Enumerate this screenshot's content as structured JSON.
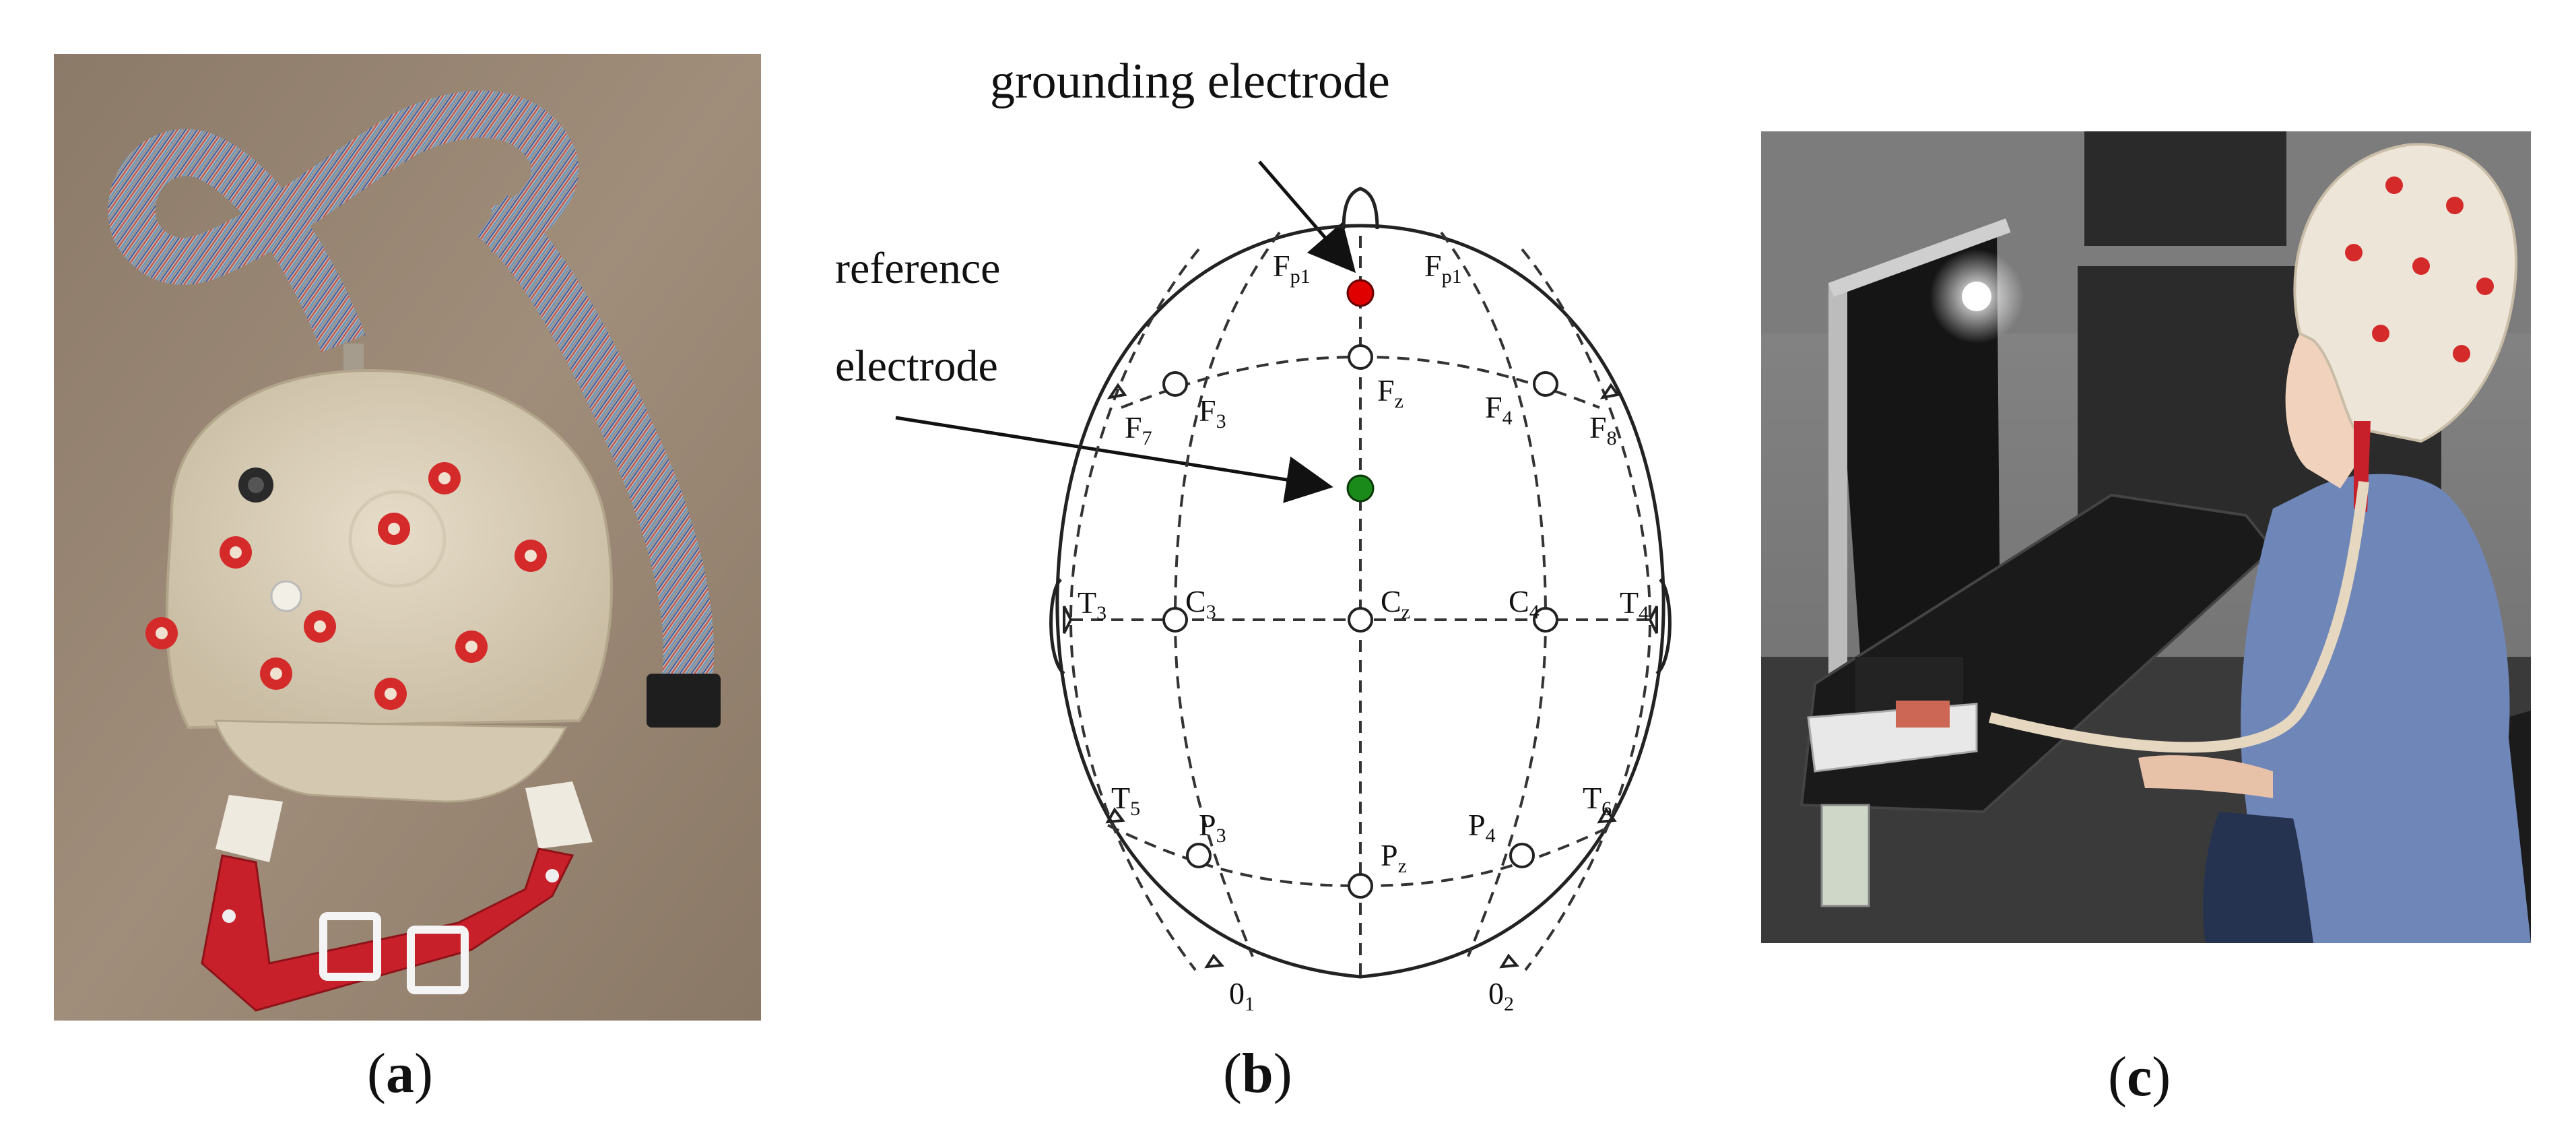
{
  "panels": {
    "a": {
      "caption_open": "(",
      "caption_letter": "a",
      "caption_close": ")"
    },
    "b": {
      "caption_open": "(",
      "caption_letter": "b",
      "caption_close": ")",
      "annotations": {
        "grounding": "grounding electrode",
        "reference_line1": "reference",
        "reference_line2": "electrode"
      },
      "electrode_labels": {
        "fp1": "F",
        "fp1_sub": "p1",
        "fp2": "F",
        "fp2_sub": "p1",
        "f7": "F",
        "f7_sub": "7",
        "f3": "F",
        "f3_sub": "3",
        "fz": "F",
        "fz_sub": "z",
        "f4": "F",
        "f4_sub": "4",
        "f8": "F",
        "f8_sub": "8",
        "t3": "T",
        "t3_sub": "3",
        "c3": "C",
        "c3_sub": "3",
        "cz": "C",
        "cz_sub": "z",
        "c4": "C",
        "c4_sub": "4",
        "t4": "T",
        "t4_sub": "4",
        "t5": "T",
        "t5_sub": "5",
        "p3": "P",
        "p3_sub": "3",
        "pz": "P",
        "pz_sub": "z",
        "p4": "P",
        "p4_sub": "4",
        "t6": "T",
        "t6_sub": "6",
        "o1": "0",
        "o1_sub": "1",
        "o2": "0",
        "o2_sub": "2"
      },
      "colors": {
        "grounding": "#e00000",
        "reference": "#1a8a1a",
        "line": "#222222"
      }
    },
    "c": {
      "caption_open": "(",
      "caption_letter": "c",
      "caption_close": ")"
    }
  },
  "colors": {
    "cap_fabric": "#d8cdb8",
    "strap_red": "#c8202a",
    "electrode_red": "#d42a2a",
    "sweater_blue": "#6f86b8",
    "background_floor": "#9a8a78"
  }
}
